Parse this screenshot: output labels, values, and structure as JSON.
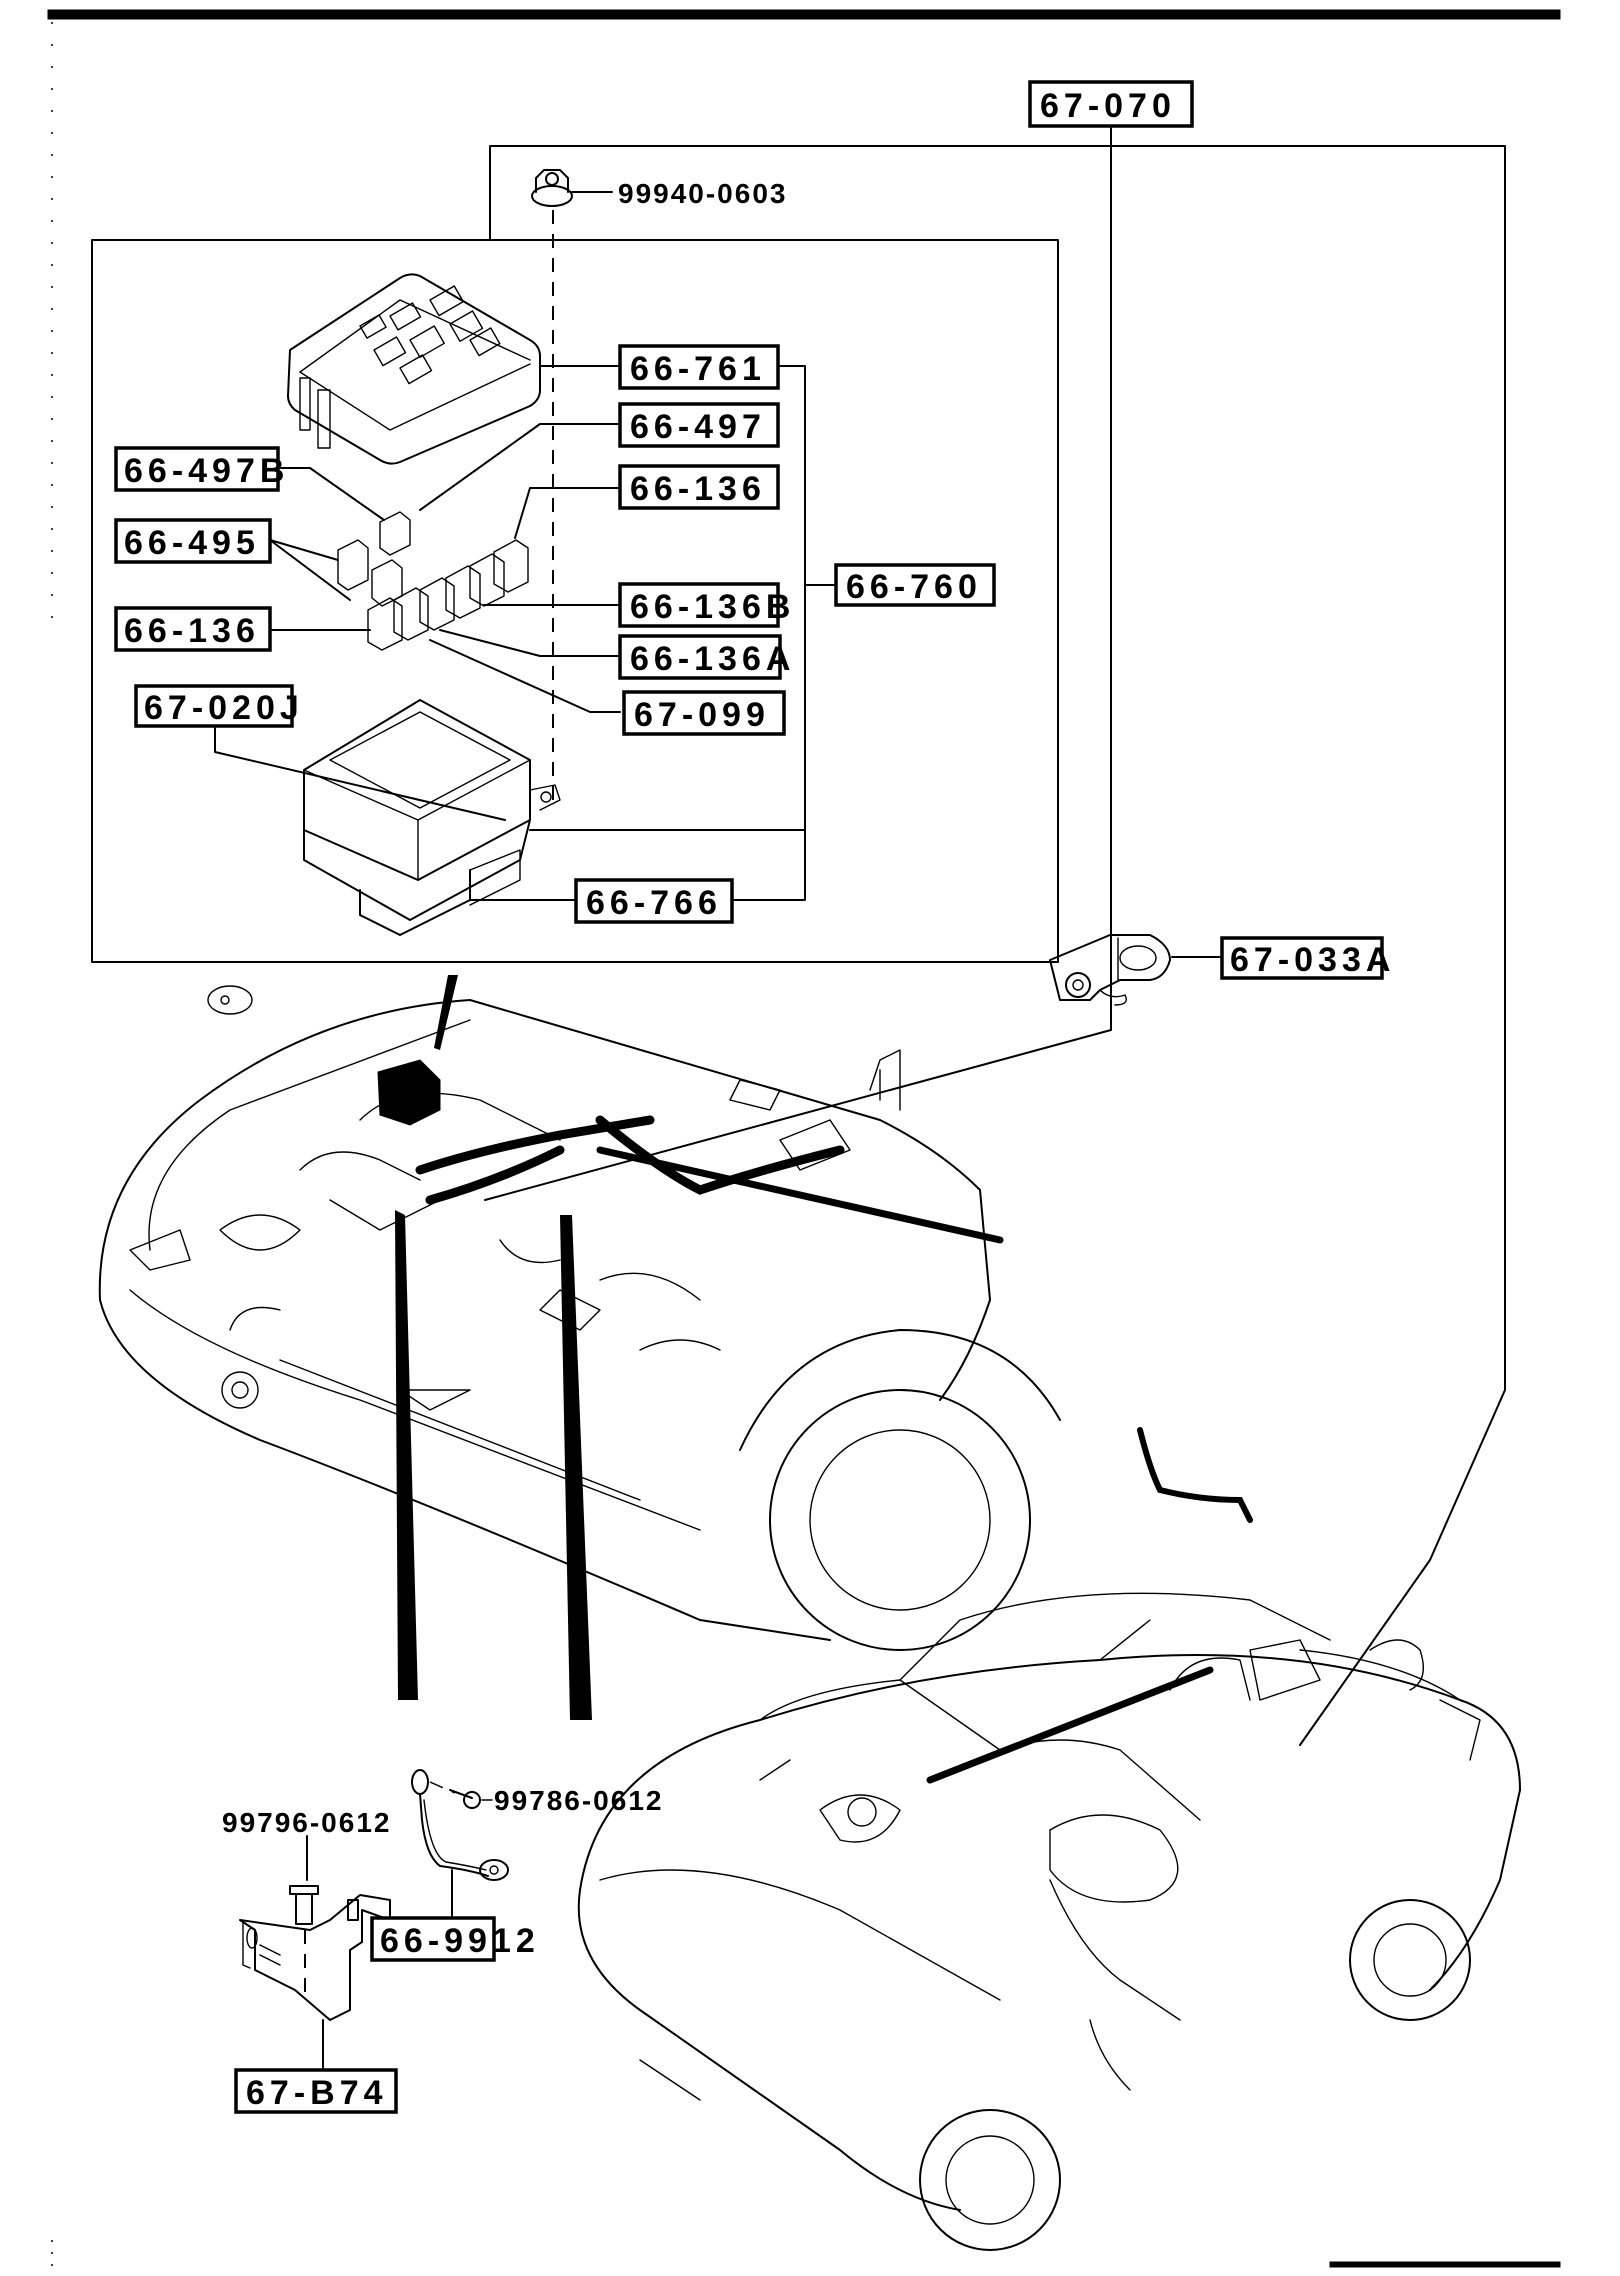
{
  "diagram": {
    "type": "parts-catalog-exploded-view",
    "subject": "Engine room wiring harness, main fuse block and body harness",
    "callouts": {
      "main_harness_body": "67-070",
      "fuse_block_nut": "99940-0603",
      "fuse_block_cover": "66-761",
      "fuse_block_assembly": "66-760",
      "fuse_block_base": "66-766",
      "fuse_66_497": "66-497",
      "fuse_66_497B": "66-497B",
      "fuse_66_495": "66-495",
      "fuse_66_136_upper": "66-136",
      "fuse_66_136_left": "66-136",
      "fuse_66_136B": "66-136B",
      "fuse_66_136A": "66-136A",
      "relay_67_099": "67-099",
      "engine_harness": "67-020J",
      "ground_bracket": "67-033A",
      "bracket_bolt": "99796-0612",
      "ground_wire_bolt": "99786-0612",
      "ground_wire": "66-9912",
      "bracket": "67-B74"
    }
  }
}
